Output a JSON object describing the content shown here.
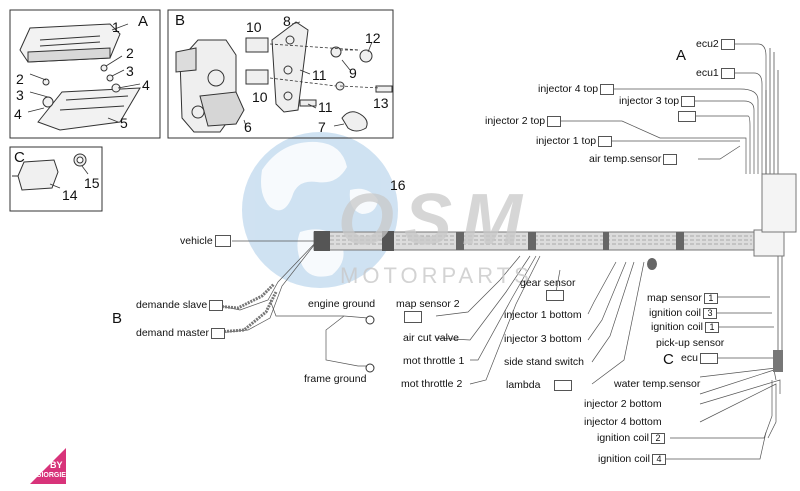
{
  "watermark": {
    "main": "OSM",
    "sub": "MOTORPARTS"
  },
  "logo": {
    "line1": "BY",
    "line2": "GIORGIE"
  },
  "insets": {
    "A": {
      "letter": "A",
      "callouts": [
        "1",
        "2",
        "2",
        "3",
        "3",
        "4",
        "4",
        "5"
      ]
    },
    "B": {
      "letter": "B",
      "callouts": [
        "10",
        "8",
        "12",
        "9",
        "11",
        "10",
        "11",
        "13",
        "6",
        "7"
      ]
    },
    "C": {
      "letter": "C",
      "callouts": [
        "14",
        "15"
      ]
    }
  },
  "harness": {
    "callout": "16"
  },
  "section_letters": {
    "A": "A",
    "B": "B",
    "C": "C"
  },
  "labels": {
    "ecu2": "ecu2",
    "ecu1": "ecu1",
    "injector4_top": "injector 4 top",
    "injector3_top": "injector 3 top",
    "injector2_top": "injector 2 top",
    "injector1_top": "injector 1 top",
    "air_temp_sensor": "air temp.sensor",
    "vehicle": "vehicle",
    "demande_slave": "demande slave",
    "demand_master": "demand master",
    "engine_ground": "engine ground",
    "frame_ground": "frame ground",
    "map_sensor_2": "map sensor 2",
    "air_cut_valve": "air cut valve",
    "mot_throttle_1": "mot throttle 1",
    "mot_throttle_2": "mot throttle 2",
    "gear_sensor": "gear sensor",
    "injector1_bottom": "injector 1 bottom",
    "injector3_bottom": "injector 3 bottom",
    "side_stand_switch": "side stand switch",
    "lambda": "lambda",
    "map_sensor_1": "map sensor",
    "ignition_coil_3": "ignition coil",
    "ignition_coil_1": "ignition coil",
    "pickup_sensor": "pick-up sensor",
    "ecu": "ecu",
    "water_temp_sensor": "water temp.sensor",
    "injector2_bottom": "injector 2 bottom",
    "injector4_bottom": "injector 4 bottom",
    "ignition_coil_2": "ignition coil",
    "ignition_coil_4": "ignition coil"
  },
  "box_values": {
    "map_sensor_1": "1",
    "ignition_coil_3": "3",
    "ignition_coil_1": "1",
    "ignition_coil_2": "2",
    "ignition_coil_4": "4"
  },
  "colors": {
    "harness": "#7a7a7a",
    "watermark_blue": "#a9cbe8",
    "watermark_gray": "#c9c9c9",
    "logo_pink": "#d8337a"
  }
}
